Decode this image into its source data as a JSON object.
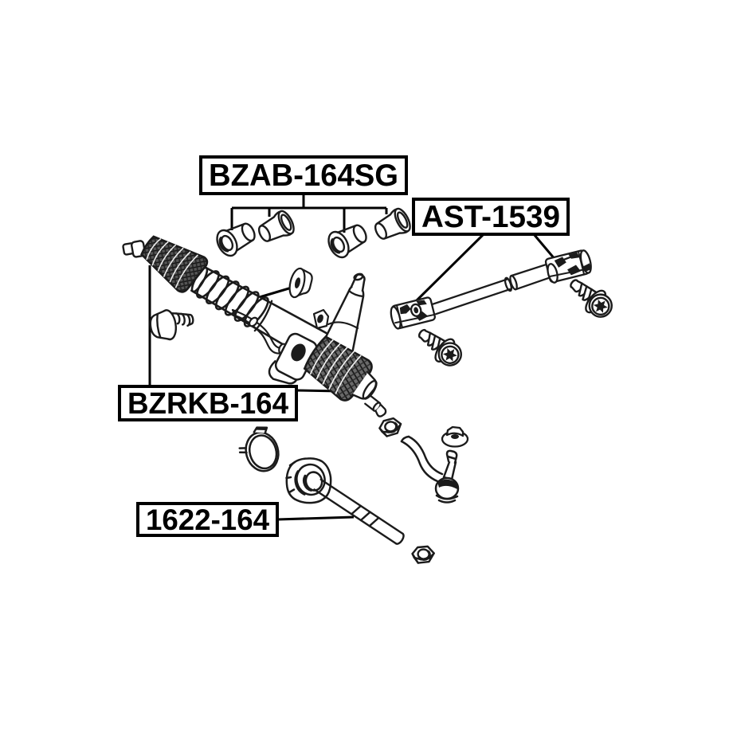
{
  "figure": {
    "kind": "auto-parts-exploded-line-diagram",
    "subject": "power steering rack, boots, bushings, tie rod and steering column shaft"
  },
  "colors": {
    "background": "#ffffff",
    "ink": "#1b1b1b",
    "label_border": "#000000",
    "label_text": "#000000"
  },
  "labels": [
    {
      "part_number": "BZAB-164SG",
      "points_to": "steering-rack-mount-bushings"
    },
    {
      "part_number": "AST-1539",
      "points_to": "steering-column-shaft-universal-joints"
    },
    {
      "part_number": "BZRKB-164",
      "points_to": "steering-rack-boots"
    },
    {
      "part_number": "1622-164",
      "points_to": "inner-tie-rod-axial-joint"
    }
  ],
  "parts": [
    "rack-mount-bushing-flanged-x2",
    "rack-mount-bushing-sleeve-x2",
    "small-grommet",
    "steering-rack-assembly",
    "left-rack-boot",
    "right-rack-boot",
    "pinion-input-shaft",
    "mounting-lug",
    "flange-hex-bolt",
    "steering-column-intermediate-shaft",
    "universal-joint-x2",
    "torx-flange-bolt-x2",
    "boot-clamp",
    "inner-tie-rod",
    "hex-nut-x2",
    "flanged-nut",
    "outer-tie-rod-end"
  ]
}
